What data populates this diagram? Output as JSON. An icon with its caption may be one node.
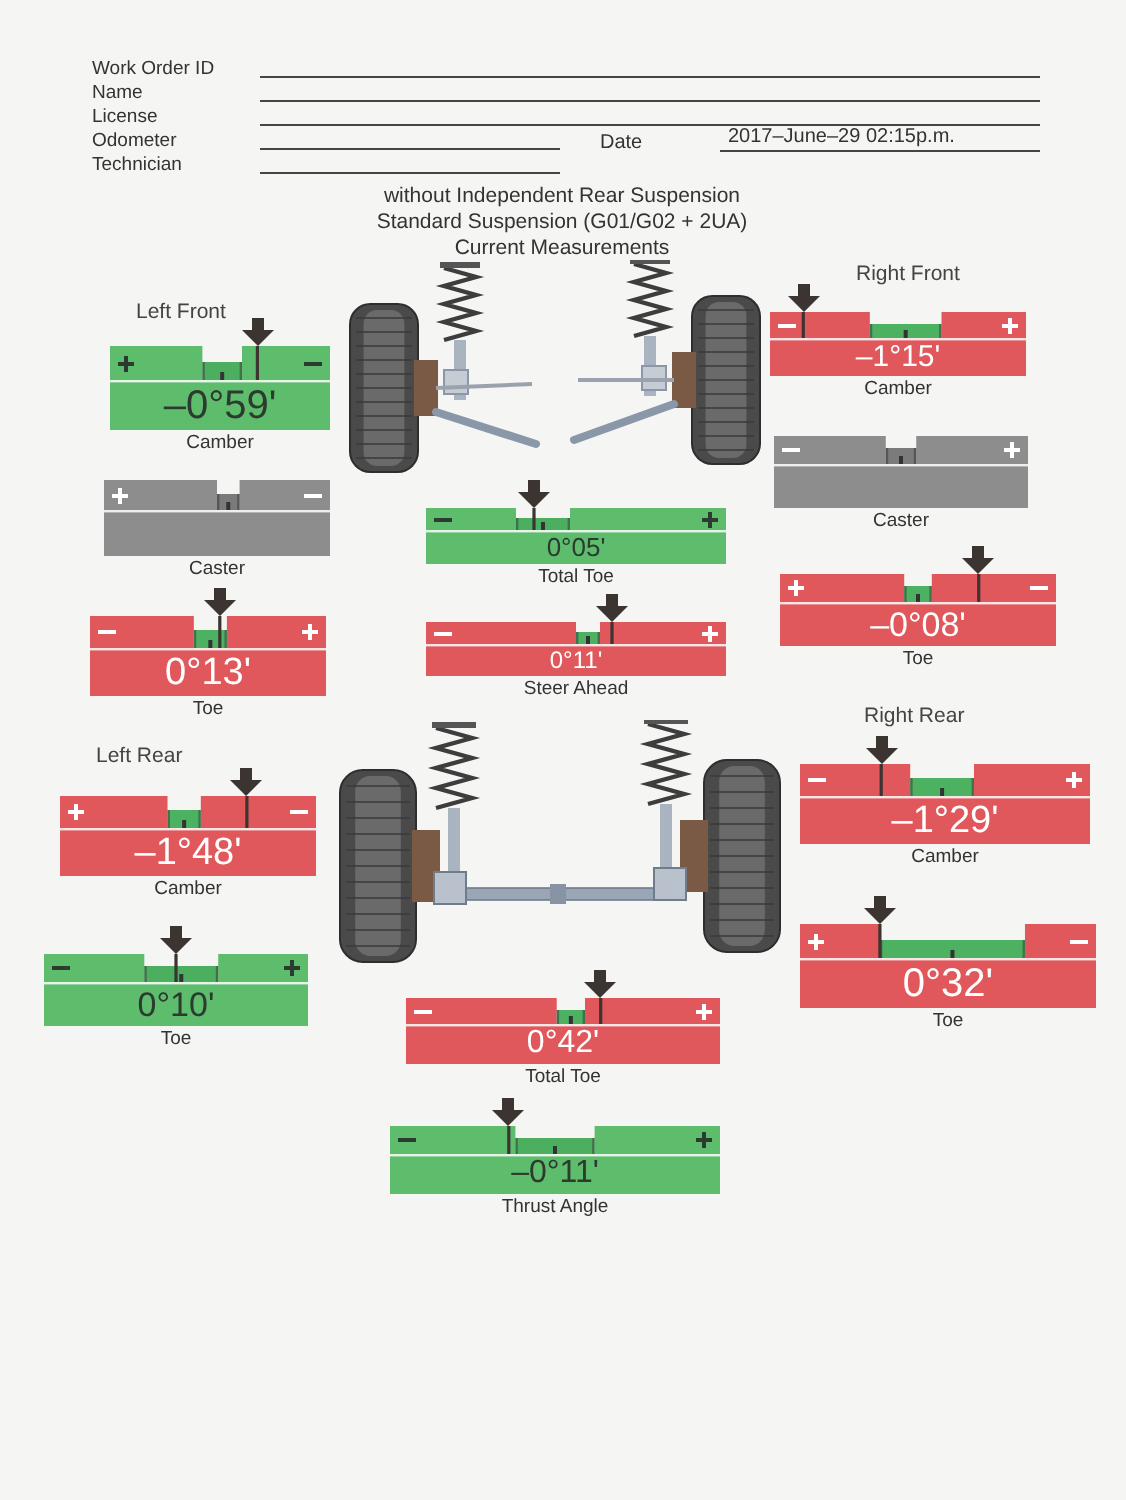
{
  "diagram": {
    "nodes": [
      {
        "text": [
          "–0°59'"
        ],
        "beside": [
          "Camber"
        ]
      },
      {
        "text": [
          "–1°15'"
        ],
        "beside": [
          "Camber"
        ]
      },
      {
        "text": [],
        "shape": "bar",
        "beside": [
          "Caster"
        ]
      },
      {
        "text": [],
        "shape": "bar",
        "beside": [
          "Caster"
        ]
      },
      {
        "text": [
          "0°05'"
        ],
        "beside": [
          "Total Toe"
        ]
      },
      {
        "text": [
          "0°13'"
        ],
        "beside": [
          "Toe"
        ]
      },
      {
        "text": [
          "0°11'"
        ],
        "beside": [
          "Steer Ahead"
        ]
      },
      {
        "text": [
          "–0°08'"
        ],
        "beside": [
          "Toe"
        ]
      },
      {
        "text": [
          "–1°48'"
        ],
        "beside": [
          "Camber"
        ]
      },
      {
        "text": [
          "–1°29'"
        ],
        "beside": [
          "Camber"
        ]
      },
      {
        "text": [
          "0°10'"
        ],
        "beside": [
          "Toe"
        ]
      },
      {
        "text": [
          "0°32'"
        ],
        "beside": [
          "Toe"
        ]
      },
      {
        "text": [
          "0°42'"
        ],
        "beside": [
          "Total Toe"
        ]
      },
      {
        "text": [
          "–0°11'"
        ],
        "beside": [
          "Thrust Angle"
        ]
      }
    ],
    "labels": [
      "Work Order ID",
      "Name",
      "License",
      "Odometer",
      "Technician",
      "Date",
      "2017–June–29 02:15p.m.",
      "without Independent Rear Suspension",
      "Standard Suspension (G01/G02 + 2UA)",
      "Current Measurements",
      "Left Front",
      "Right Front",
      "Left Rear",
      "Right Rear"
    ]
  }
}
